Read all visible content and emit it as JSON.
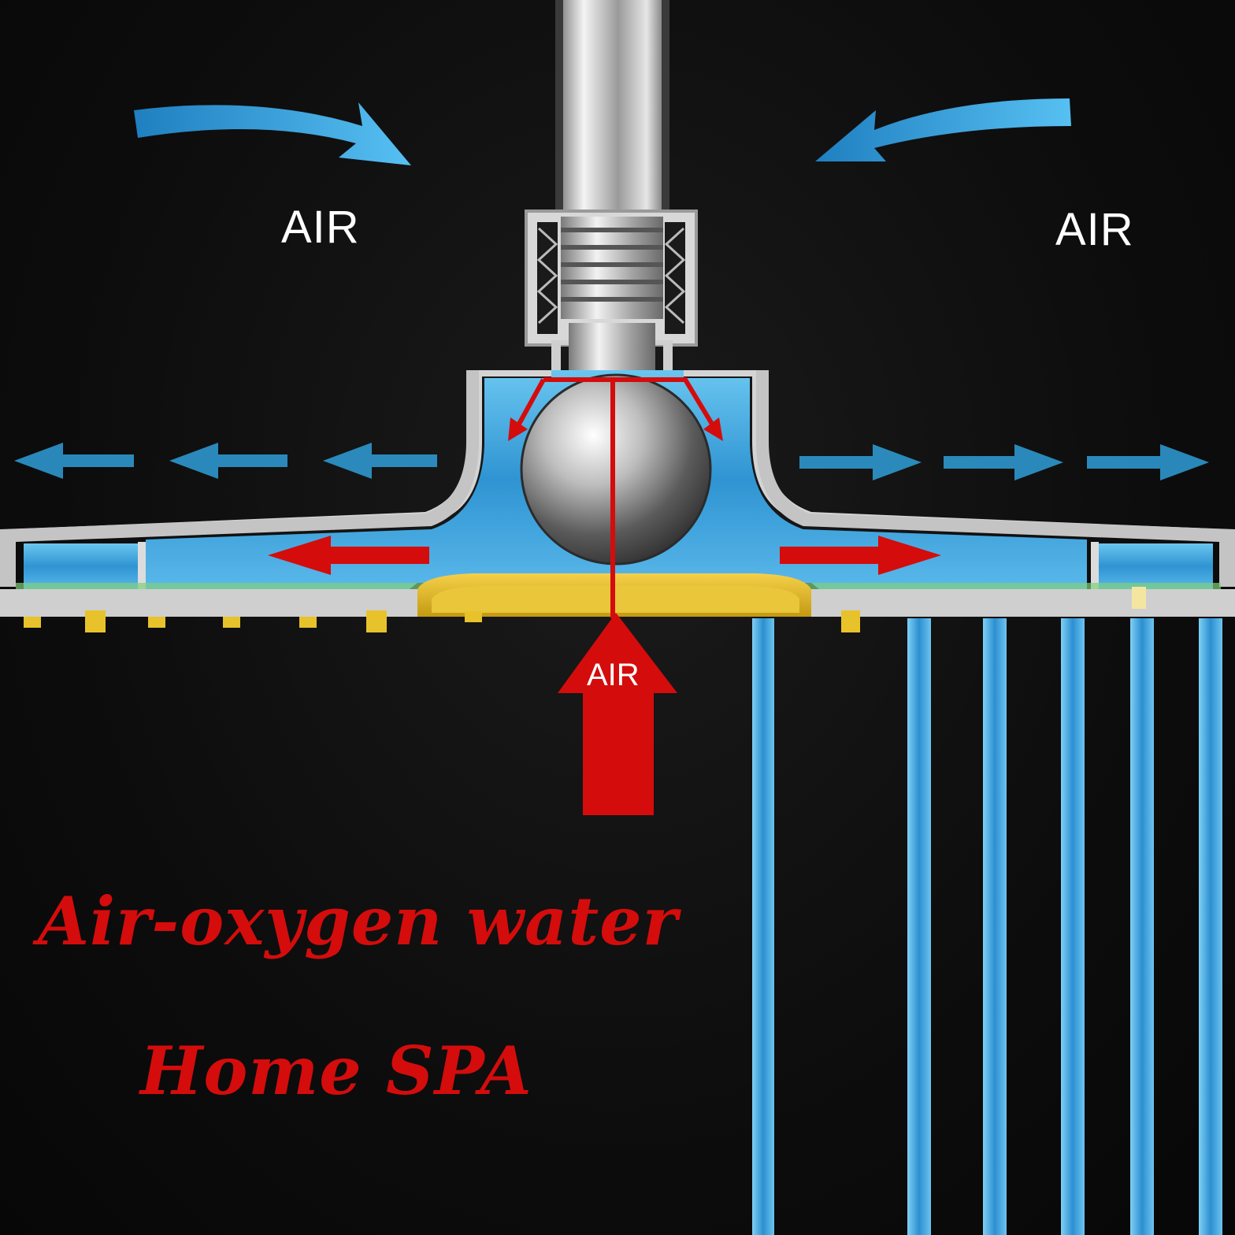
{
  "labels": {
    "air_top_left": "AIR",
    "air_top_right": "AIR",
    "air_bottom": "AIR"
  },
  "headline": {
    "line1": "Air-oxygen water",
    "line2": "Home SPA"
  },
  "colors": {
    "background": "#0c0c0c",
    "air_flow_blue": "#2f9fd8",
    "water_blue": "#3aa8e0",
    "airflow_red": "#d40c0c",
    "brass": "#e2b81e",
    "metal": "#c9c9c9"
  }
}
